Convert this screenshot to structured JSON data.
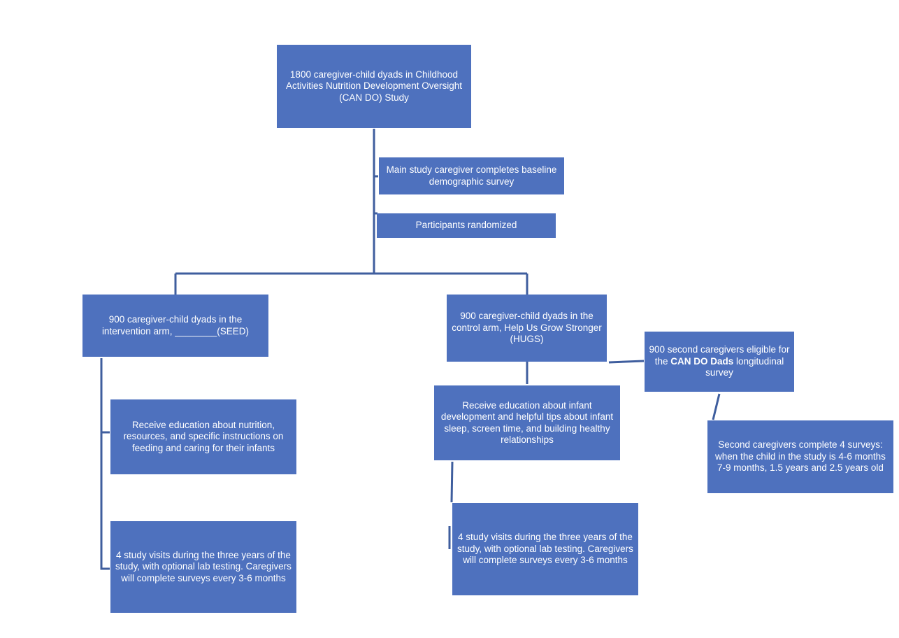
{
  "colors": {
    "box_fill": "#4e71be",
    "box_text": "#ffffff",
    "connector": "#3f5e9e"
  },
  "nodes": {
    "root": "1800 caregiver-child dyads in Childhood Activities Nutrition Development Oversight (CAN DO) Study",
    "baseline_survey": "Main study caregiver completes baseline demographic survey",
    "randomized": "Participants randomized",
    "intervention_arm": "900 caregiver-child dyads in the intervention arm, ________(SEED)",
    "control_arm": "900 caregiver-child dyads in the control arm, Help Us Grow Stronger (HUGS)",
    "second_caregivers": {
      "prefix": "900 second caregivers eligible for the ",
      "bold": "CAN DO Dads",
      "suffix": " longitudinal survey"
    },
    "intervention_education": "Receive education about nutrition, resources, and specific instructions on feeding and caring for their infants",
    "control_education": "Receive education about infant development and helpful tips about infant sleep, screen time, and building healthy relationships",
    "second_caregiver_surveys": "Second caregivers complete 4 surveys: when the child in the study is 4-6 months 7-9 months, 1.5 years and 2.5 years old",
    "intervention_visits": "4 study visits during the three years of the study, with optional lab testing. Caregivers will complete surveys every 3-6 months",
    "control_visits": "4 study visits during the three years of the study, with optional lab testing. Caregivers will complete surveys every 3-6 months"
  }
}
